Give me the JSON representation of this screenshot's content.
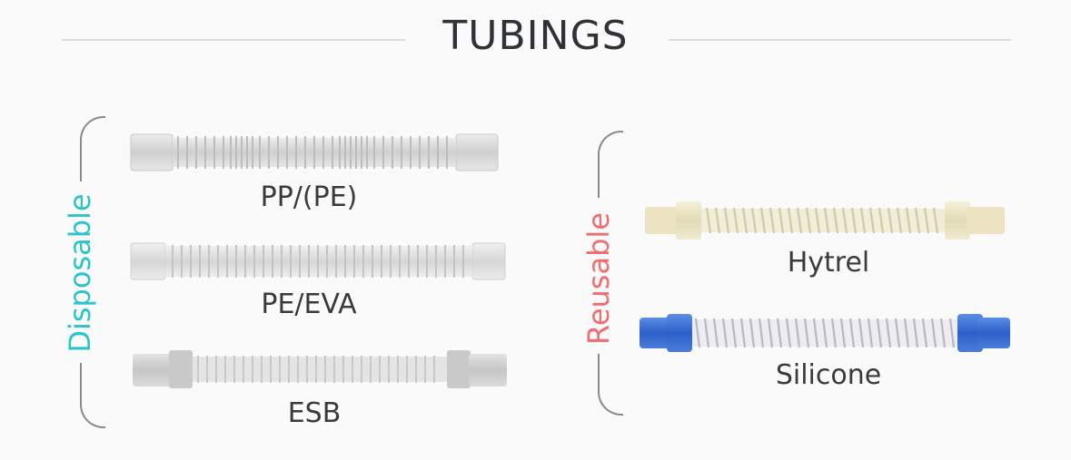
{
  "header": {
    "title": "TUBINGS"
  },
  "groups": {
    "disposable": {
      "label": "Disposable",
      "color": "#29c5c9",
      "items": [
        {
          "name": "PP/(PE)",
          "icon": "pp-pe-tube-icon"
        },
        {
          "name": "PE/EVA",
          "icon": "pe-eva-tube-icon"
        },
        {
          "name": "ESB",
          "icon": "esb-tube-icon"
        }
      ]
    },
    "reusable": {
      "label": "Reusable",
      "color": "#f26d6d",
      "items": [
        {
          "name": "Hytrel",
          "icon": "hytrel-tube-icon"
        },
        {
          "name": "Silicone",
          "icon": "silicone-tube-icon"
        }
      ]
    }
  }
}
